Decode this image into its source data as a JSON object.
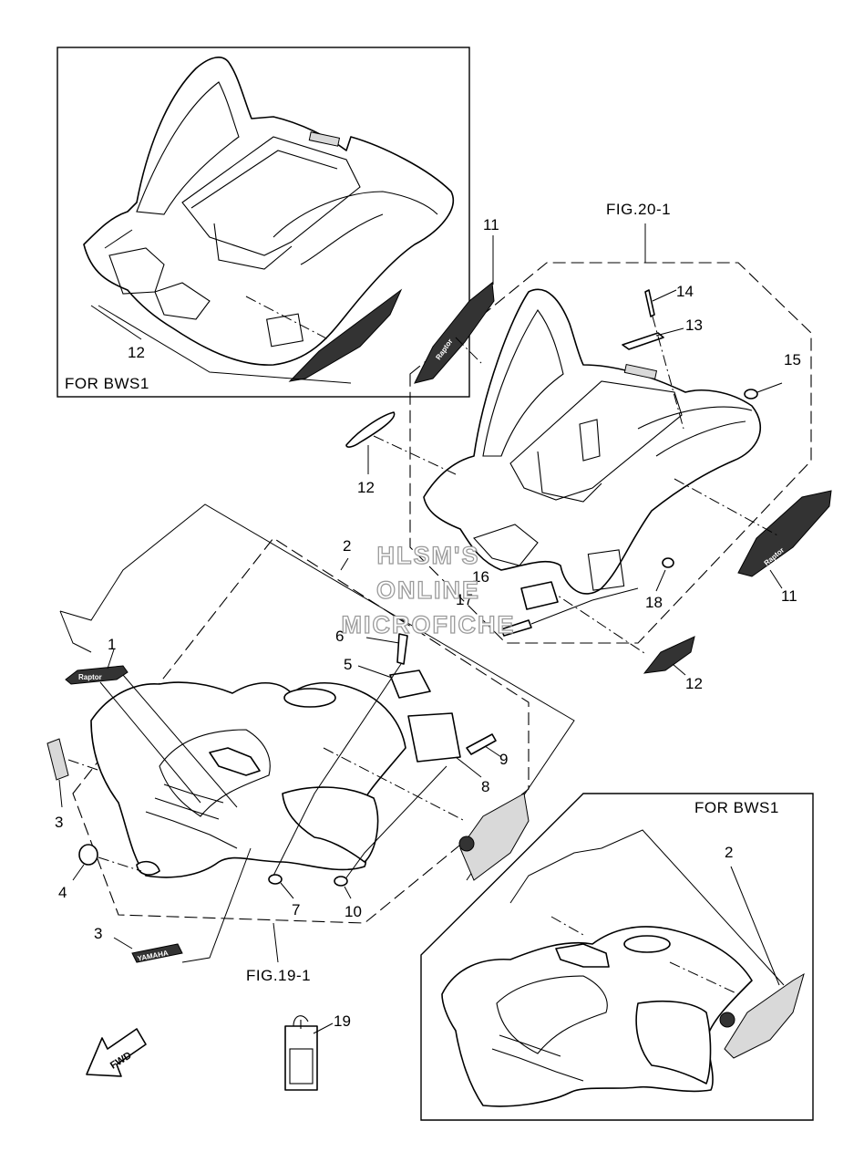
{
  "labels": {
    "for_bws1_top": "FOR BWS1",
    "for_bws1_bottom": "FOR BWS1",
    "fig_20_1": "FIG.20-1",
    "fig_19_1": "FIG.19-1",
    "fwd": "FWD"
  },
  "watermark": {
    "line1": "HLSM'S",
    "line2": "ONLINE",
    "line3": "MICROFICHE"
  },
  "decal_text": {
    "yamaha": "YAMAHA",
    "raptor": "Raptor"
  },
  "callouts": {
    "n1": "1",
    "n2": "2",
    "n2b": "2",
    "n3a": "3",
    "n3b": "3",
    "n4": "4",
    "n5": "5",
    "n6": "6",
    "n7": "7",
    "n8": "8",
    "n9": "9",
    "n10": "10",
    "n11a": "11",
    "n11b": "11",
    "n12a": "12",
    "n12b": "12",
    "n12c": "12",
    "n13": "13",
    "n14": "14",
    "n15": "15",
    "n16": "16",
    "n17": "17",
    "n18": "18",
    "n19": "19"
  }
}
